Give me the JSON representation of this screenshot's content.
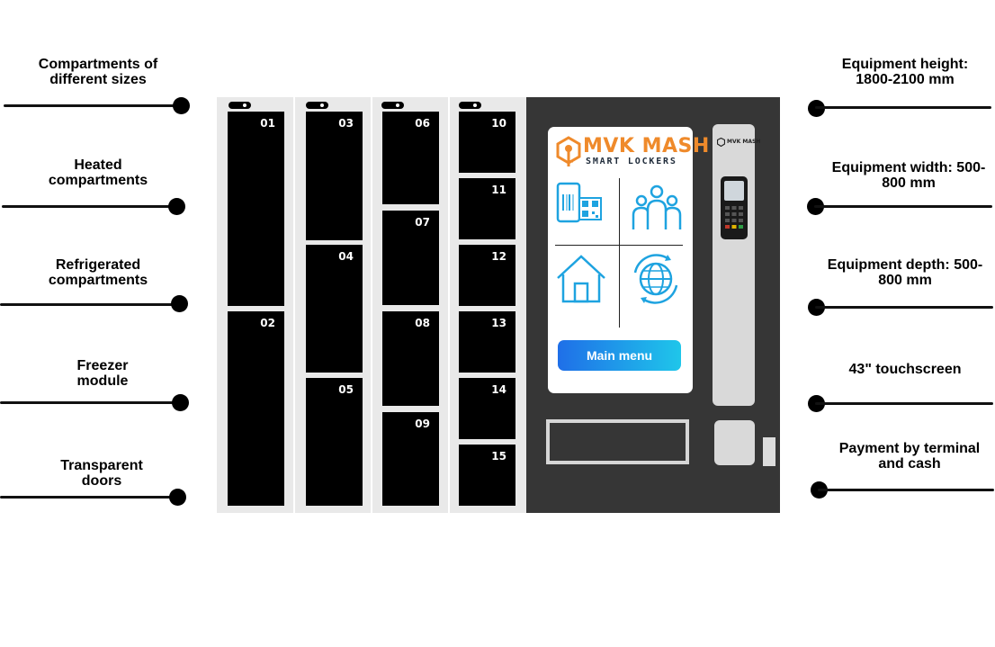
{
  "left_features": [
    {
      "line1": "Compartments of",
      "line2": "different sizes"
    },
    {
      "line1": "Heated",
      "line2": "compartments"
    },
    {
      "line1": "Refrigerated",
      "line2": "compartments"
    },
    {
      "line1": "Freezer",
      "line2": "module"
    },
    {
      "line1": "Transparent",
      "line2": "doors"
    }
  ],
  "right_features": [
    {
      "line1": "Equipment height:",
      "line2": "1800-2100 mm"
    },
    {
      "line1": "Equipment width: 500-",
      "line2": "800 mm"
    },
    {
      "line1": "Equipment depth: 500-",
      "line2": "800 mm"
    },
    {
      "line1": "43\" touchscreen",
      "line2": ""
    },
    {
      "line1": "Payment by terminal",
      "line2": "and cash"
    }
  ],
  "compartments": [
    "01",
    "02",
    "03",
    "04",
    "05",
    "06",
    "07",
    "08",
    "09",
    "10",
    "11",
    "12",
    "13",
    "14",
    "15"
  ],
  "screen": {
    "brand_name": "MVK MASH",
    "brand_tagline": "SMART LOCKERS",
    "button_label": "Main menu"
  },
  "side_logo": "MVK MASH",
  "colors": {
    "brand_orange": "#ef8a2b",
    "icon_blue": "#1ea3e0",
    "button_start": "#1f6fe8",
    "button_end": "#1fc6ea",
    "panel": "#363636"
  }
}
